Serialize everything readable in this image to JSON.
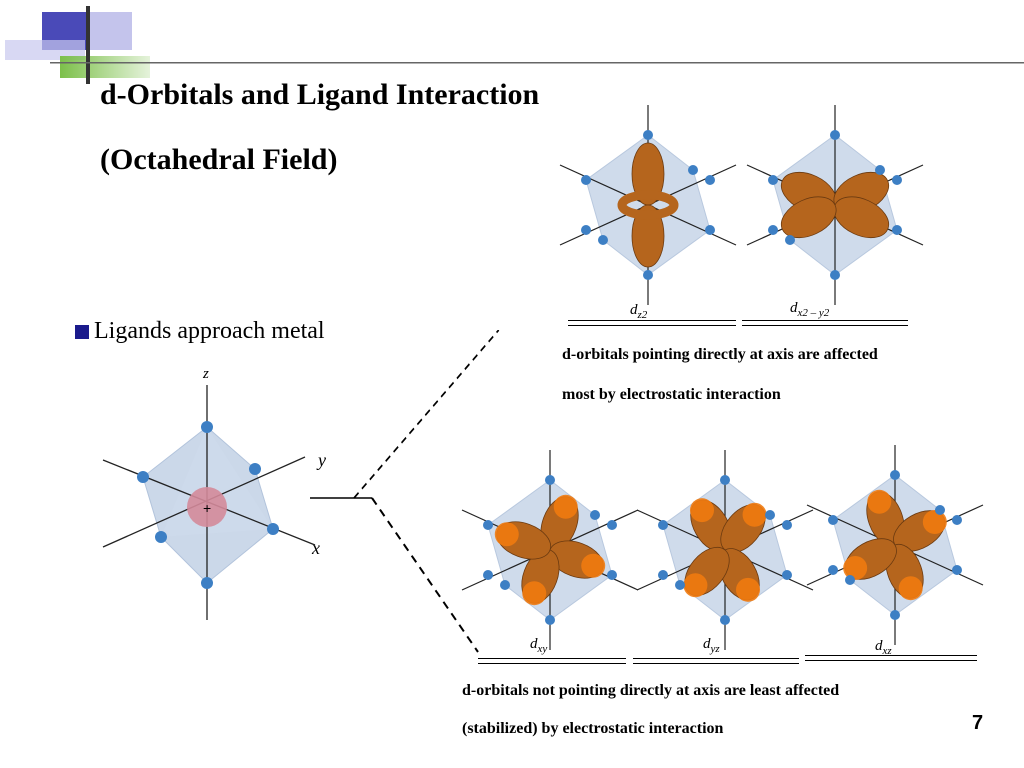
{
  "slide": {
    "title_line1": "d-Orbitals and Ligand Interaction",
    "title_line2": "(Octahedral Field)",
    "bullet": "Ligands approach metal",
    "caption_top_1": "d-orbitals pointing directly at axis are affected",
    "caption_top_2": "most by electrostatic interaction",
    "caption_bottom_1": "d-orbitals not pointing directly at axis are least affected",
    "caption_bottom_2": "(stabilized) by electrostatic interaction",
    "page_number": "7"
  },
  "orbitals": {
    "dz2": {
      "base": "d",
      "sub": "z2"
    },
    "dx2y2": {
      "base": "d",
      "sub": "x2 – y2"
    },
    "dxy": {
      "base": "d",
      "sub": "xy"
    },
    "dyz": {
      "base": "d",
      "sub": "yz"
    },
    "dxz": {
      "base": "d",
      "sub": "xz"
    }
  },
  "axes": {
    "x": "x",
    "y": "y",
    "z": "z"
  },
  "colors": {
    "ligand": "#3d7fc4",
    "octahedron": "#a9bfdc",
    "lobe": "#b5651d",
    "lobe_bright": "#f07a10",
    "metal": "#d48a9a",
    "deco_blue": "#4a4ab8",
    "deco_green": "#7cc04a"
  }
}
